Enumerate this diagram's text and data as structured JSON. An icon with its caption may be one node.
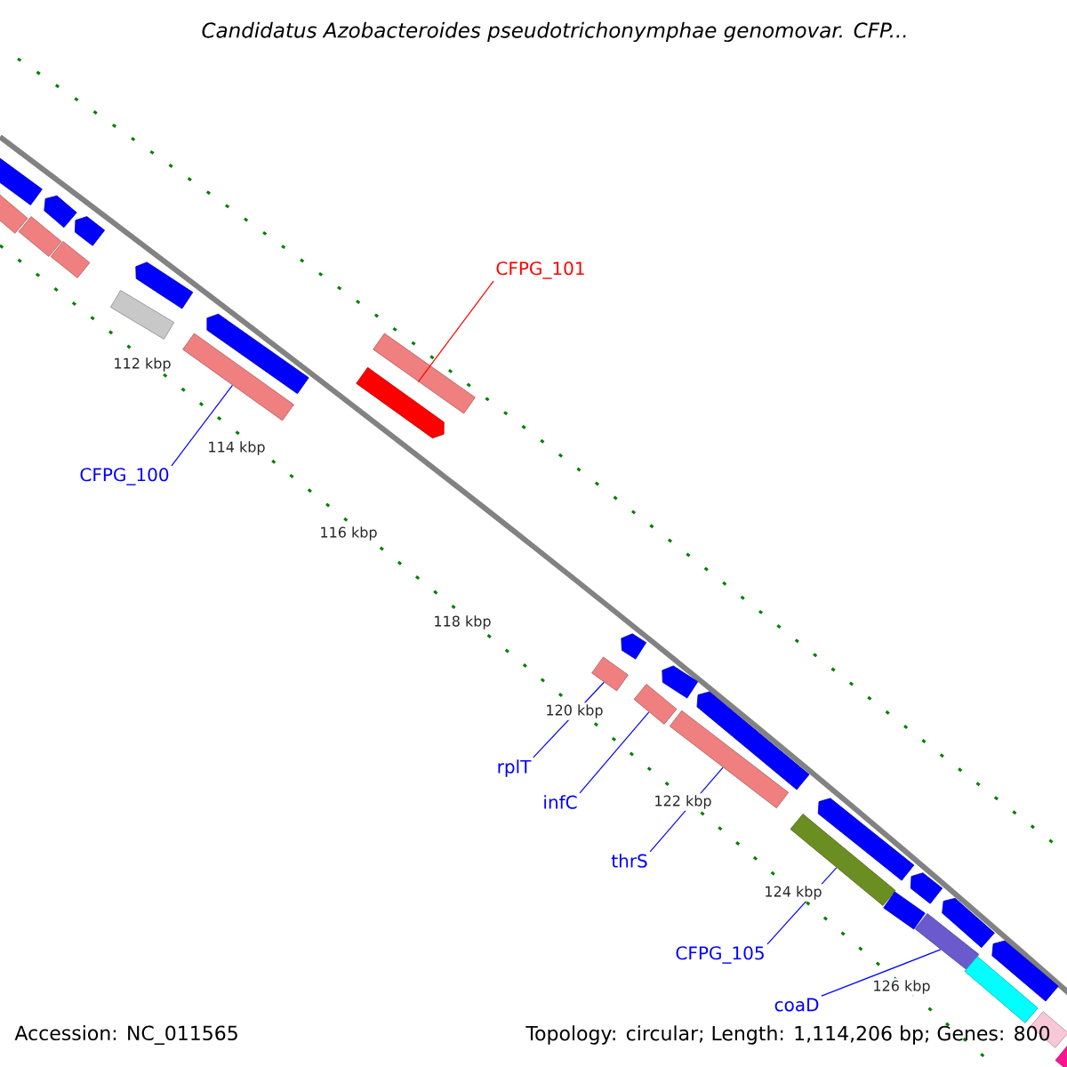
{
  "diagram": {
    "title": "Candidatus Azobacteroides pseudotrichonymphae genomovar. CFP...",
    "nodes": [
      {
        "text": [
          "CFPG_101"
        ]
      },
      {
        "text": [],
        "shape": "bar"
      },
      {
        "text": [
          "CFPG_100"
        ]
      },
      {
        "text": [],
        "shape": "bar"
      },
      {
        "text": [
          "rplT"
        ]
      },
      {
        "text": [],
        "shape": "bar"
      },
      {
        "text": [
          "infC"
        ]
      },
      {
        "text": [],
        "shape": "bar"
      },
      {
        "text": [
          "thrS"
        ]
      },
      {
        "text": [],
        "shape": "bar"
      },
      {
        "text": [
          "CFPG_105"
        ]
      },
      {
        "text": [],
        "shape": "bar"
      },
      {
        "text": [
          "coaD"
        ]
      },
      {
        "text": [],
        "shape": "bar"
      },
      {
        "text": [],
        "shape": "pentagon"
      },
      {
        "text": [],
        "shape": "bar"
      },
      {
        "text": [],
        "shape": "bar"
      },
      {
        "text": [],
        "shape": "pentagon"
      },
      {
        "text": [],
        "shape": "bar"
      },
      {
        "text": [],
        "shape": "pentagon"
      },
      {
        "text": [],
        "shape": "bar"
      },
      {
        "text": [],
        "shape": "pentagon"
      },
      {
        "text": [],
        "shape": "pentagon"
      },
      {
        "text": [],
        "shape": "pentagon"
      },
      {
        "text": [],
        "shape": "pentagon"
      },
      {
        "text": [],
        "shape": "pentagon"
      },
      {
        "text": [],
        "shape": "pentagon"
      },
      {
        "text": [],
        "shape": "pentagon"
      },
      {
        "text": [],
        "shape": "bar"
      },
      {
        "text": [],
        "shape": "pentagon"
      },
      {
        "text": [],
        "shape": "pentagon"
      },
      {
        "text": [],
        "shape": "bar"
      },
      {
        "text": [],
        "shape": "pentagon"
      },
      {
        "text": [],
        "shape": "bar"
      },
      {
        "text": [],
        "shape": "bar"
      }
    ],
    "edges": [
      {
        "from": 0,
        "to": 1,
        "arrow": "none",
        "color": "#ff0000"
      },
      {
        "from": 2,
        "to": 3,
        "arrow": "none"
      },
      {
        "from": 4,
        "to": 5,
        "arrow": "none"
      },
      {
        "from": 6,
        "to": 7,
        "arrow": "none"
      },
      {
        "from": 8,
        "to": 9,
        "arrow": "none"
      },
      {
        "from": 10,
        "to": 11,
        "arrow": "none"
      },
      {
        "from": 12,
        "to": 13,
        "arrow": "none"
      }
    ],
    "labels": [
      "112 kbp",
      "114 kbp",
      "116 kbp",
      "118 kbp",
      "120 kbp",
      "122 kbp",
      "124 kbp",
      "126 kbp",
      "Accession: NC_011565",
      "Topology: circular; Length: 1,114,206 bp; Genes: 800"
    ]
  }
}
